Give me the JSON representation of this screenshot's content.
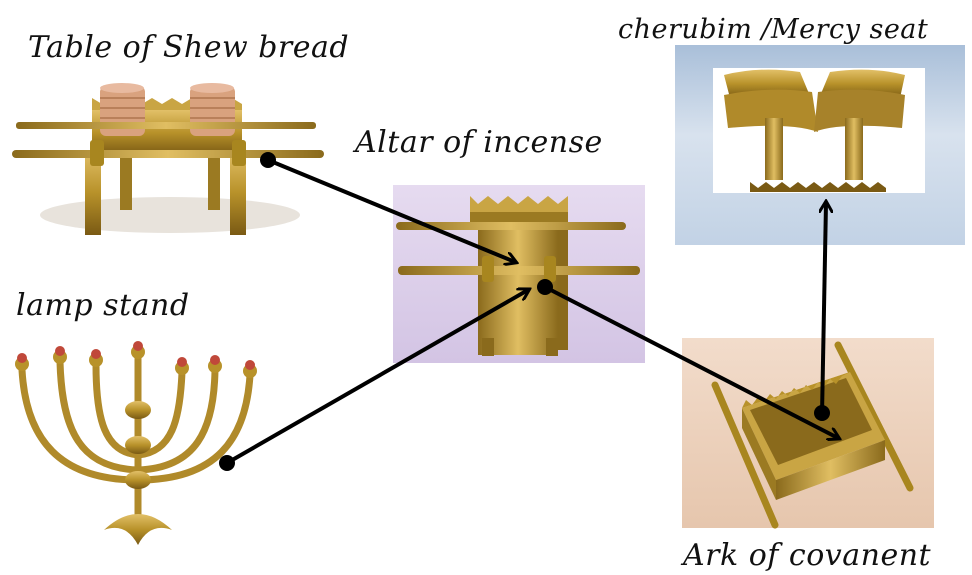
{
  "labels": {
    "table": "Table of Shew bread",
    "altar": "Altar of incense",
    "cherubim": "cherubim /Mercy seat",
    "lamp": "lamp stand",
    "ark": "Ark of covanent"
  },
  "colors": {
    "gold": "#b8922a",
    "gold_light": "#e2c068",
    "gold_dark": "#7a5a14",
    "bread": "#d9a27e",
    "altar_bg": "#ddd0ea",
    "sky": "#b9cbe0",
    "ark_bg": "#ecd1bb",
    "arrow": "#000000"
  }
}
